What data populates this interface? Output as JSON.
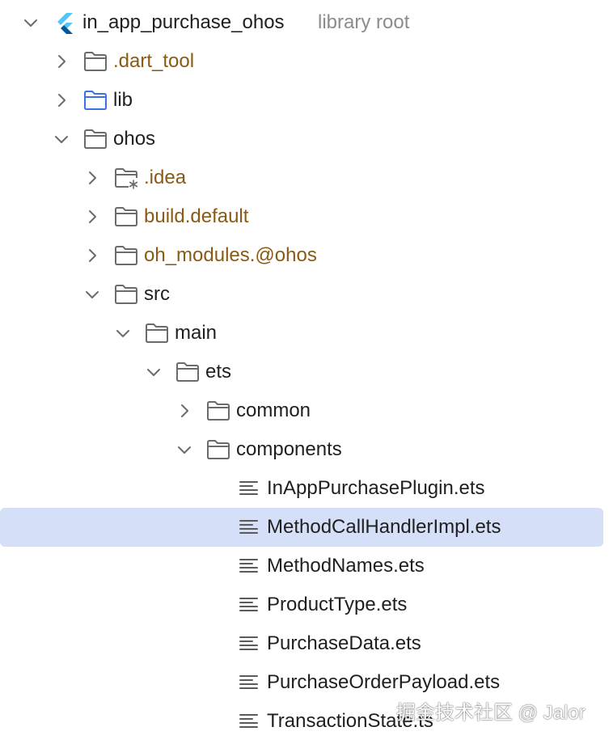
{
  "root": {
    "name": "in_app_purchase_ohos",
    "hint": "library root",
    "icon": "flutter-icon",
    "accent_color": "#54c5f8"
  },
  "colors": {
    "excluded_text": "#8a5a14",
    "selection": "#d5dff7",
    "source_folder": "#3b73e5"
  },
  "items": {
    "dart_tool": ".dart_tool",
    "lib": "lib",
    "ohos": "ohos",
    "idea": ".idea",
    "build_default": "build.default",
    "oh_modules": "oh_modules.@ohos",
    "src": "src",
    "main": "main",
    "ets": "ets",
    "common": "common",
    "components": "components"
  },
  "files": [
    "InAppPurchasePlugin.ets",
    "MethodCallHandlerImpl.ets",
    "MethodNames.ets",
    "ProductType.ets",
    "PurchaseData.ets",
    "PurchaseOrderPayload.ets",
    "TransactionState.ts"
  ],
  "selected_file": "MethodCallHandlerImpl.ets",
  "watermark": "掘金技术社区 @ Jalor"
}
